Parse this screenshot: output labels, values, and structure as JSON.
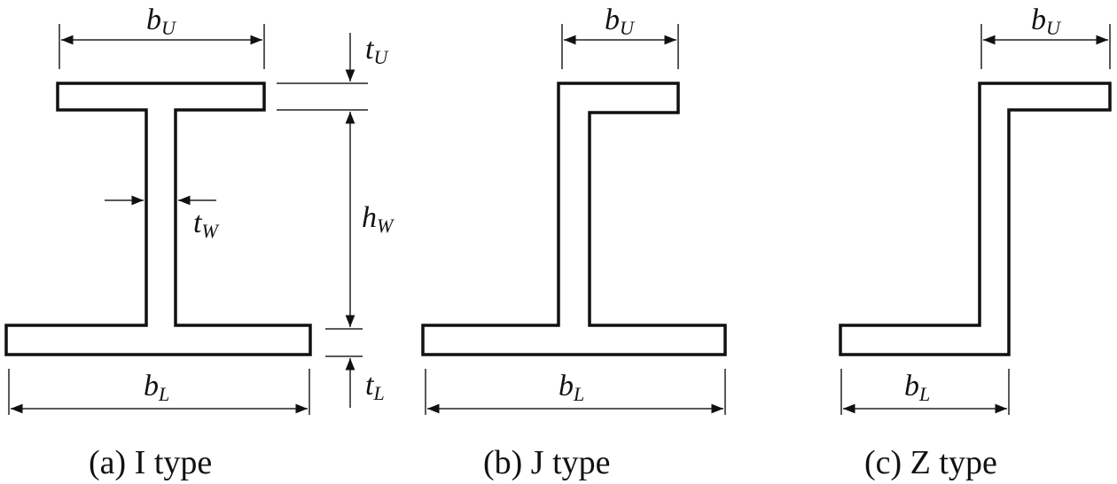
{
  "labels": {
    "b": "b",
    "t": "t",
    "h": "h",
    "U": "U",
    "L": "L",
    "W": "W"
  },
  "captions": {
    "i_type": "(a) I type",
    "j_type": "(b) J type",
    "z_type": "(c) Z type"
  }
}
